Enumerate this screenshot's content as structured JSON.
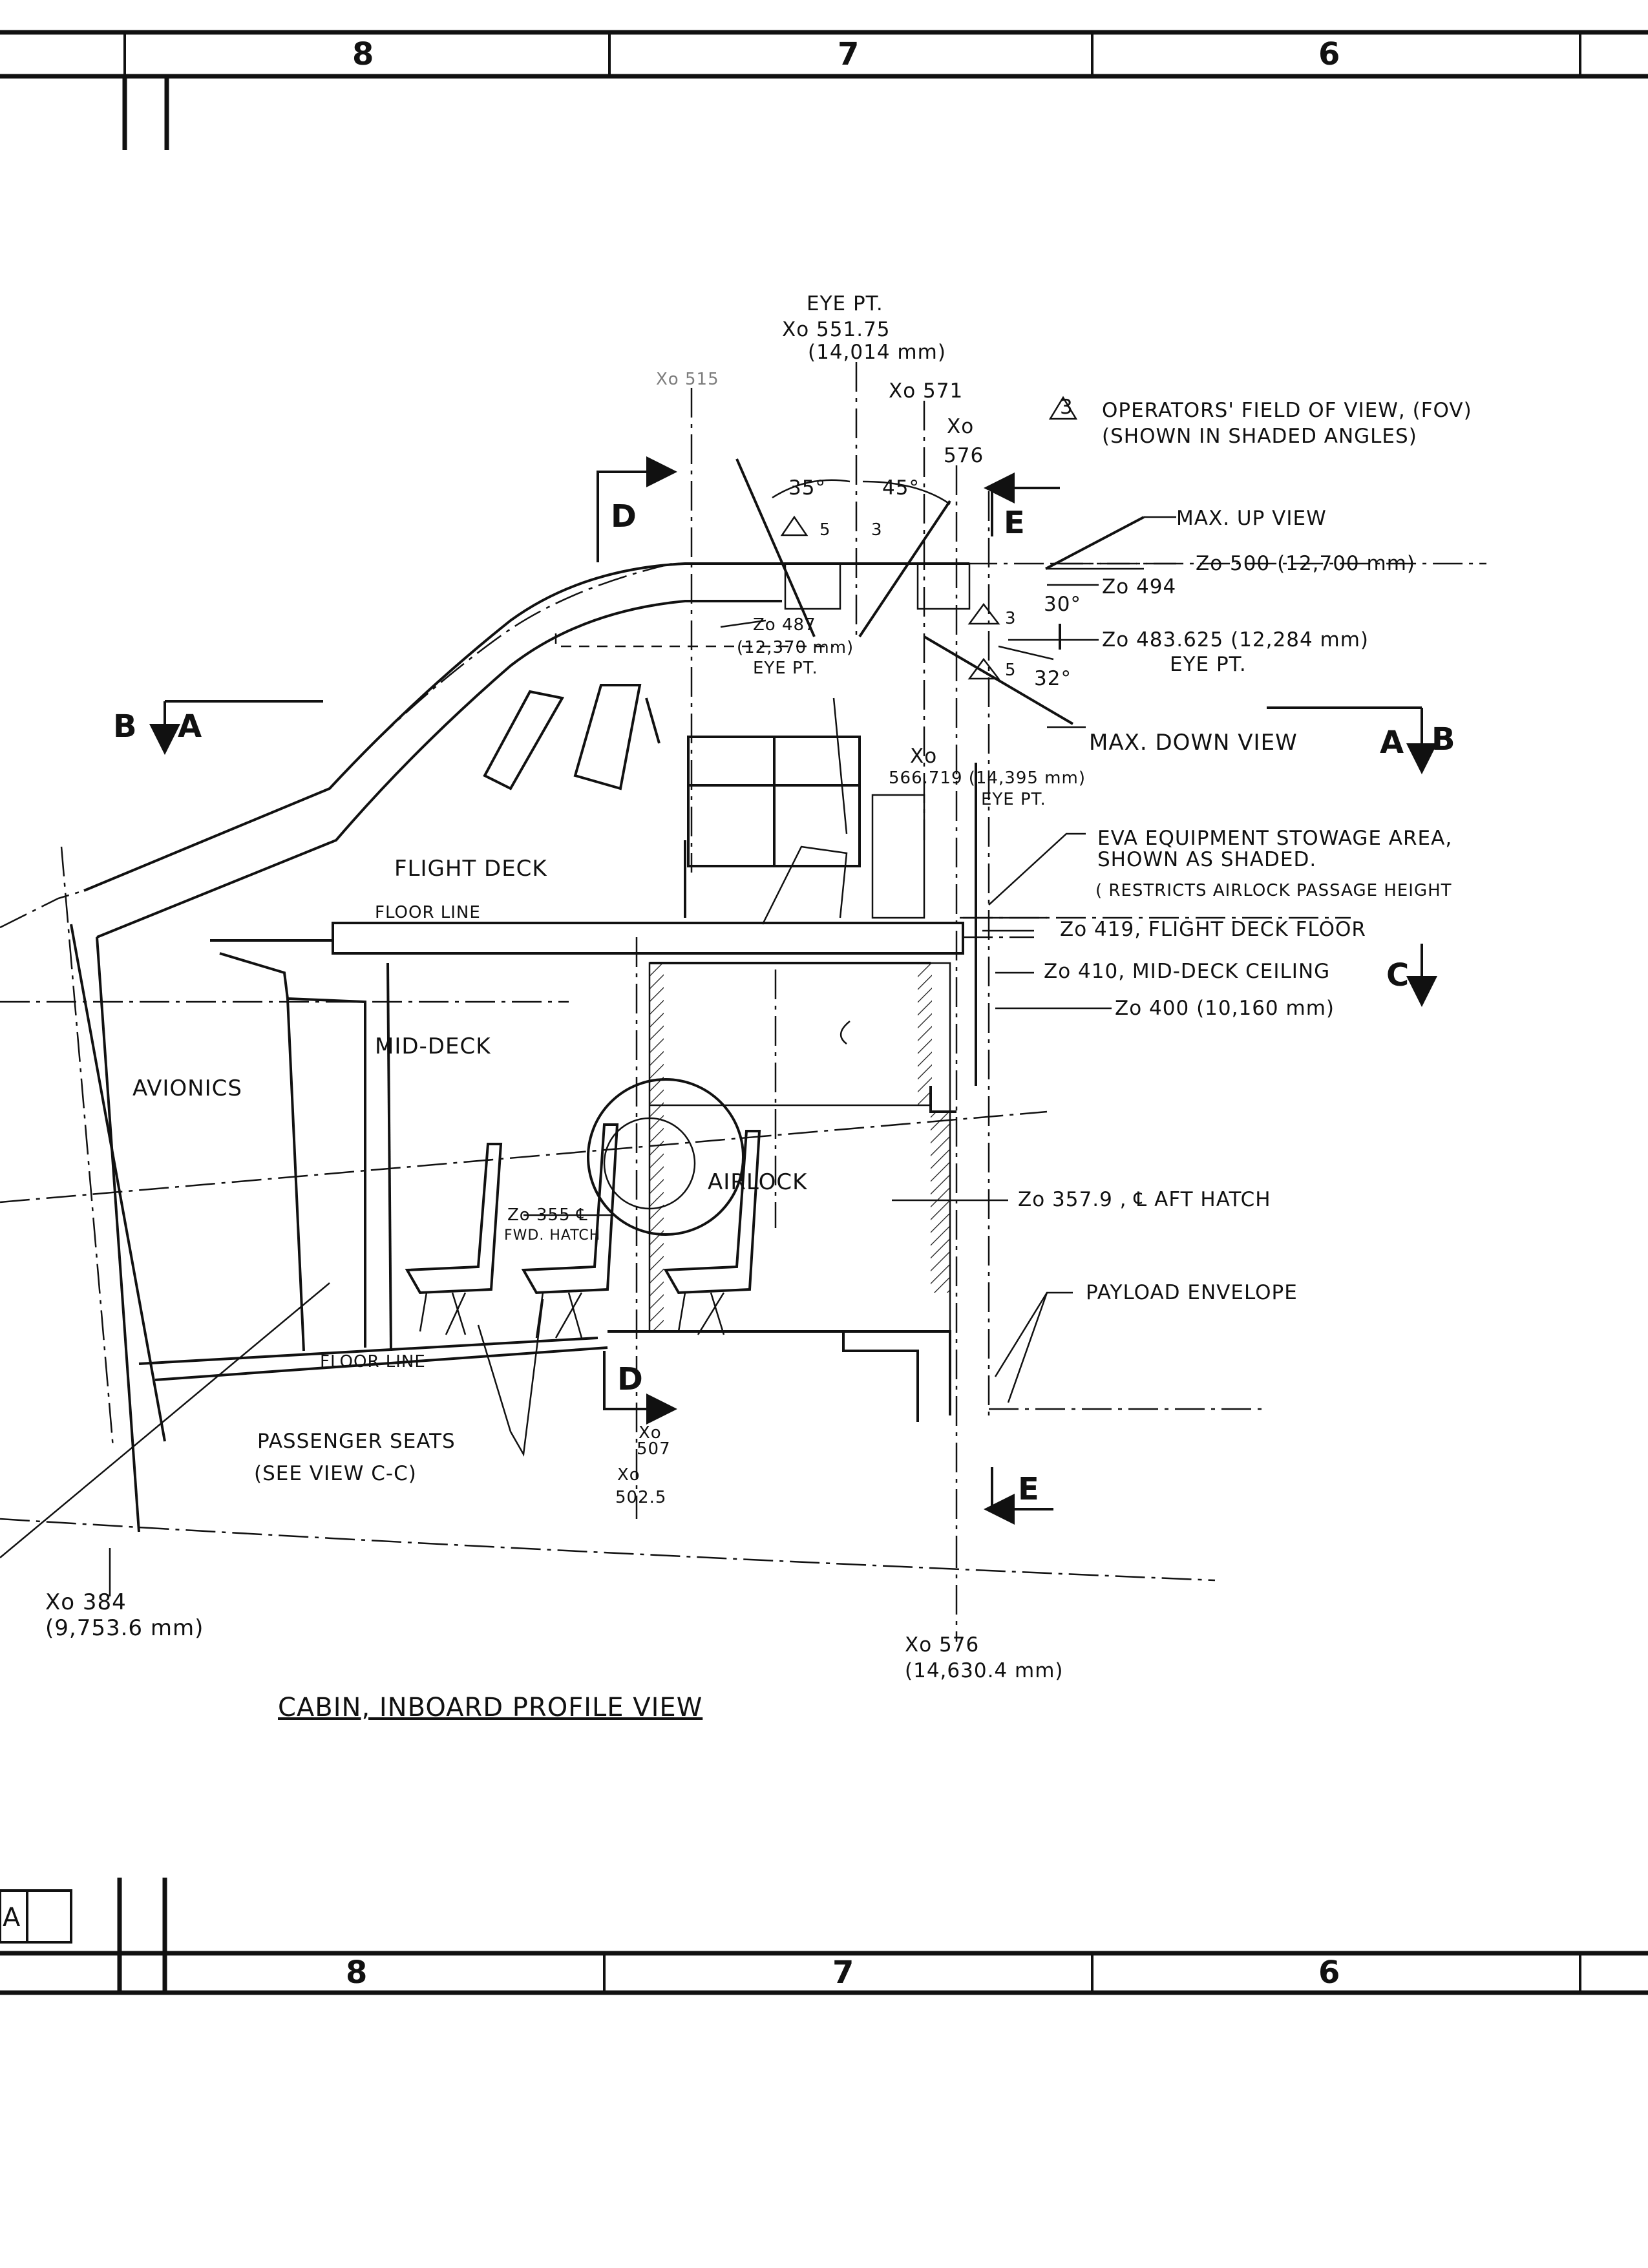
{
  "border": {
    "zones_top": [
      "8",
      "7",
      "6"
    ],
    "zones_bottom": [
      "8",
      "7",
      "6"
    ],
    "revision_letter": "A"
  },
  "title": "CABIN, INBOARD PROFILE VIEW",
  "legend": {
    "fov_note_num": "3",
    "fov_note_line1": "OPERATORS' FIELD OF VIEW, (FOV)",
    "fov_note_line2": "(SHOWN IN SHADED ANGLES)",
    "note5_num": "5"
  },
  "areas": {
    "flight_deck": "FLIGHT DECK",
    "mid_deck": "MID-DECK",
    "avionics": "AVIONICS",
    "airlock": "AIRLOCK",
    "floor_line_upper": "FLOOR LINE",
    "floor_line_lower": "FLOOR LINE"
  },
  "section_markers": {
    "d_top": "D",
    "d_bottom": "D",
    "e_top": "E",
    "e_bottom": "E",
    "a_left": "A",
    "b_left": "B",
    "a_right": "A",
    "b_right": "B",
    "c_right": "C"
  },
  "dimensions": {
    "eye_pt_top_label": "EYE PT.",
    "eye_pt_top_x": "Xo 551.75",
    "eye_pt_top_mm": "(14,014 mm)",
    "xo_515": "Xo 515",
    "xo_571": "Xo 571",
    "xo_576_top_a": "Xo",
    "xo_576_top_b": "576",
    "angle_35": "35°",
    "angle_45": "45°",
    "angle_30": "30°",
    "angle_32": "32°",
    "max_up_view": "MAX. UP VIEW",
    "z_500": "Zo 500  (12,700 mm)",
    "z_494": "Zo 494",
    "z_487_a": "Zo 487",
    "z_487_b": "(12,370 mm)",
    "z_487_c": "EYE PT.",
    "z_483": "Zo 483.625  (12,284 mm)",
    "z_483_eye": "EYE PT.",
    "max_down_view": "MAX. DOWN VIEW",
    "xo_566_a": "Xo",
    "xo_566_b": "566.719 (14,395 mm)",
    "xo_566_c": "EYE PT.",
    "eva_line1": "EVA EQUIPMENT STOWAGE AREA,",
    "eva_line2": "SHOWN AS SHADED.",
    "eva_line3": "( RESTRICTS AIRLOCK PASSAGE HEIGHT",
    "z_419": "Zo 419, FLIGHT DECK FLOOR",
    "z_410": "Zo 410, MID-DECK CEILING",
    "z_400": "Zo 400  (10,160 mm)",
    "z_357": "Zo 357.9  , ℄ AFT HATCH",
    "z_355_a": "Zo 355 ℄",
    "z_355_b": "FWD. HATCH",
    "payload_envelope": "PAYLOAD ENVELOPE",
    "passenger_seats_a": "PASSENGER SEATS",
    "passenger_seats_b": "(SEE VIEW C-C)",
    "xo_507_a": "Xo",
    "xo_507_b": "507",
    "xo_5025_a": "Xo",
    "xo_5025_b": "502.5",
    "xo_384_a": "Xo 384",
    "xo_384_b": "(9,753.6 mm)",
    "xo_576_bottom_a": "Xo 576",
    "xo_576_bottom_b": "(14,630.4 mm)"
  }
}
